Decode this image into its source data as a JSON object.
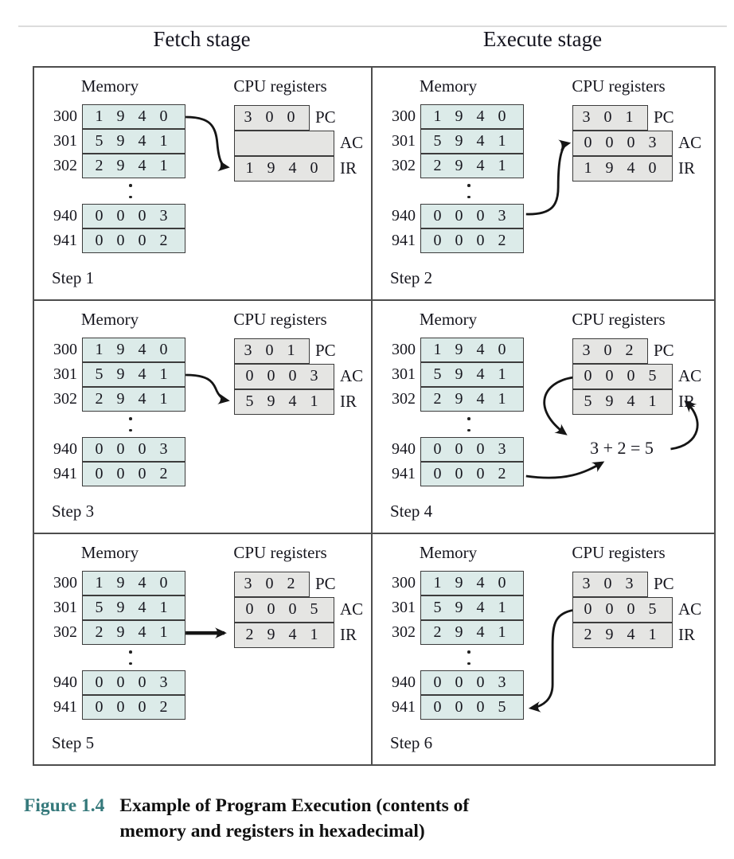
{
  "fetch_stage_label": "Fetch stage",
  "execute_stage_label": "Execute stage",
  "memory_label": "Memory",
  "cpu_registers_label": "CPU registers",
  "memory_addresses": [
    "300",
    "301",
    "302",
    "940",
    "941"
  ],
  "register_names": [
    "PC",
    "AC",
    "IR"
  ],
  "steps": [
    {
      "label": "Step 1",
      "memory": [
        "1 9 4 0",
        "5 9 4 1",
        "2 9 4 1",
        "0 0 0 3",
        "0 0 0 2"
      ],
      "registers": [
        "3 0 0",
        "",
        "1 9 4 0"
      ],
      "annotation": "",
      "arrows": [
        "mem300-to-ir"
      ]
    },
    {
      "label": "Step 2",
      "memory": [
        "1 9 4 0",
        "5 9 4 1",
        "2 9 4 1",
        "0 0 0 3",
        "0 0 0 2"
      ],
      "registers": [
        "3 0 1",
        "0 0 0 3",
        "1 9 4 0"
      ],
      "annotation": "",
      "arrows": [
        "mem940-to-ac"
      ]
    },
    {
      "label": "Step 3",
      "memory": [
        "1 9 4 0",
        "5 9 4 1",
        "2 9 4 1",
        "0 0 0 3",
        "0 0 0 2"
      ],
      "registers": [
        "3 0 1",
        "0 0 0 3",
        "5 9 4 1"
      ],
      "annotation": "",
      "arrows": [
        "mem301-to-ir"
      ]
    },
    {
      "label": "Step 4",
      "memory": [
        "1 9 4 0",
        "5 9 4 1",
        "2 9 4 1",
        "0 0 0 3",
        "0 0 0 2"
      ],
      "registers": [
        "3 0 2",
        "0 0 0 5",
        "5 9 4 1"
      ],
      "annotation": "3 + 2 = 5",
      "arrows": [
        "ac-to-annotation",
        "mem941-to-annotation",
        "annotation-to-ir"
      ]
    },
    {
      "label": "Step 5",
      "memory": [
        "1 9 4 0",
        "5 9 4 1",
        "2 9 4 1",
        "0 0 0 3",
        "0 0 0 2"
      ],
      "registers": [
        "3 0 2",
        "0 0 0 5",
        "2 9 4 1"
      ],
      "annotation": "",
      "arrows": [
        "mem302-to-ir"
      ]
    },
    {
      "label": "Step 6",
      "memory": [
        "1 9 4 0",
        "5 9 4 1",
        "2 9 4 1",
        "0 0 0 3",
        "0 0 0 5"
      ],
      "registers": [
        "3 0 3",
        "0 0 0 5",
        "2 9 4 1"
      ],
      "annotation": "",
      "arrows": [
        "ac-to-mem941"
      ]
    }
  ],
  "caption": {
    "figure_label": "Figure 1.4",
    "line1": "Example of Program Execution (contents of",
    "line2": "memory and registers in hexadecimal)"
  },
  "colors": {
    "memory_cell_fill": "#dcebe9",
    "register_cell_fill": "#e5e5e3",
    "figure_label_teal": "#35797b",
    "border_gray": "#4d4d4d",
    "arrow_black": "#151515"
  }
}
